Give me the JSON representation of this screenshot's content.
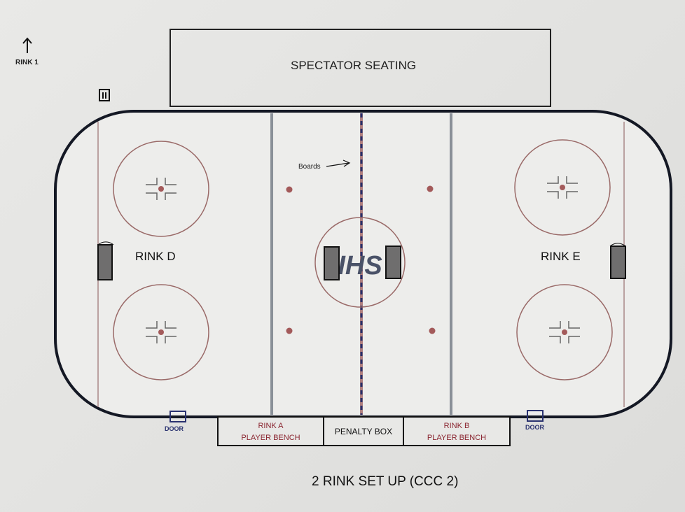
{
  "north_label": "RINK 1",
  "seating_label": "SPECTATOR SEATING",
  "boards_label": "Boards",
  "rink_left_label": "RINK  D",
  "rink_right_label": "RINK  E",
  "center_logo": "IHS",
  "door_left": "DOOR",
  "door_right": "DOOR",
  "bench_a": {
    "line1": "RINK A",
    "line2": "PLAYER BENCH"
  },
  "penalty_box": "PENALTY BOX",
  "bench_b": {
    "line1": "RINK B",
    "line2": "PLAYER BENCH"
  },
  "title": "2 RINK SET UP (CCC 2)",
  "colors": {
    "board": "#1a1e2e",
    "red": "#9a6a68",
    "blue_line": "#8a9098",
    "center_line": "#27306a",
    "net": "#6f6e6e",
    "bench_text": "#8a2530",
    "door": "#2a3270"
  }
}
